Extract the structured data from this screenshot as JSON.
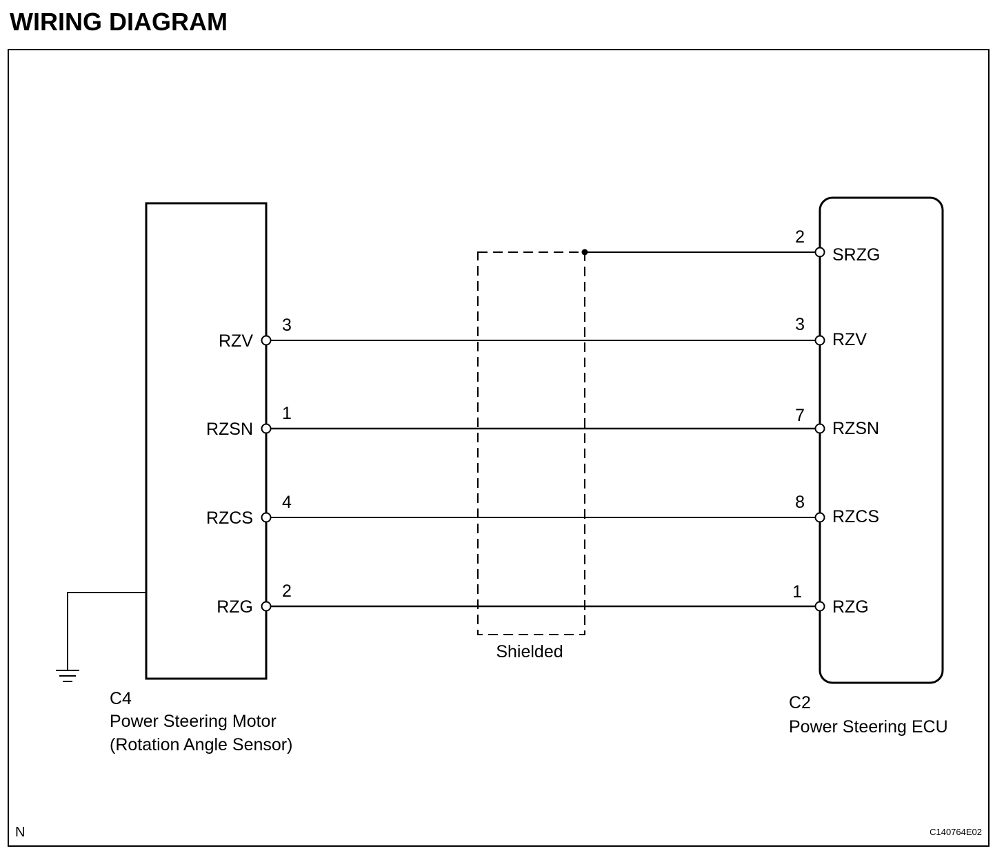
{
  "title": "WIRING DIAGRAM",
  "shield_label": "Shielded",
  "corner_mark": "N",
  "figure_code": "C140764E02",
  "left_component": {
    "code": "C4",
    "name": "Power Steering Motor",
    "subtitle": "(Rotation Angle Sensor)",
    "pins": [
      {
        "signal": "RZV",
        "number": "3"
      },
      {
        "signal": "RZSN",
        "number": "1"
      },
      {
        "signal": "RZCS",
        "number": "4"
      },
      {
        "signal": "RZG",
        "number": "2"
      }
    ]
  },
  "right_component": {
    "code": "C2",
    "name": "Power Steering ECU",
    "pins": [
      {
        "signal": "SRZG",
        "number": "2"
      },
      {
        "signal": "RZV",
        "number": "3"
      },
      {
        "signal": "RZSN",
        "number": "7"
      },
      {
        "signal": "RZCS",
        "number": "8"
      },
      {
        "signal": "RZG",
        "number": "1"
      }
    ]
  }
}
